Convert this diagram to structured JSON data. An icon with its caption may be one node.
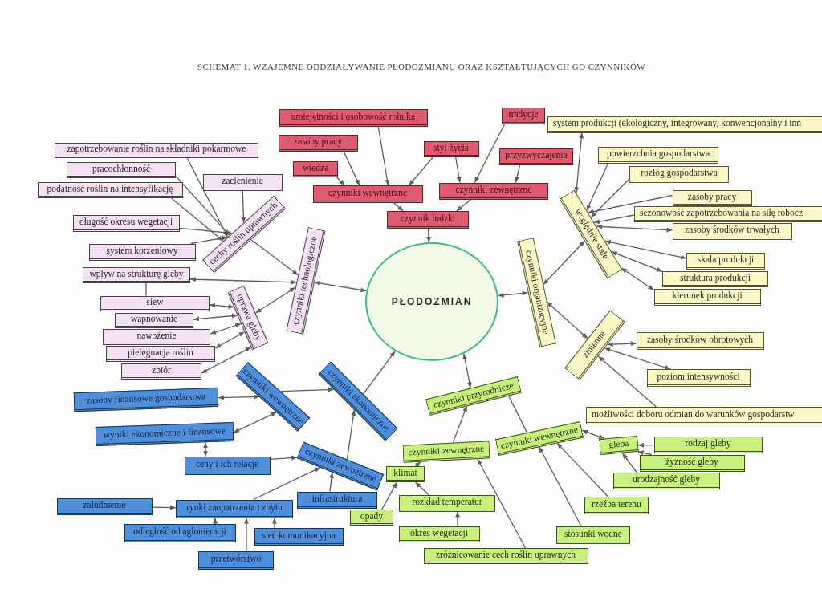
{
  "diagram": {
    "title": "SCHEMAT 1. WZAJEMNE ODDZIAŁYWANIE PŁODOZMIANU ORAZ KSZTAŁTUJĄCYCH GO CZYNNIKÓW",
    "nodes": [
      {
        "text": [
          "PŁODOZMIAN"
        ]
      },
      {
        "text": [
          "umiejętności i osobowość rolnika"
        ]
      },
      {
        "text": [
          "zasoby pracy"
        ]
      },
      {
        "text": [
          "wiedza"
        ]
      },
      {
        "text": [
          "czynniki wewnętrzne"
        ]
      },
      {
        "text": [
          "styl życia"
        ]
      },
      {
        "text": [
          "tradycje"
        ]
      },
      {
        "text": [
          "przyzwyczajenia"
        ]
      },
      {
        "text": [
          "czynniki zewnętrzne"
        ]
      },
      {
        "text": [
          "czynnik ludzki"
        ]
      },
      {
        "text": [
          "czynniki organizacyjne"
        ]
      },
      {
        "text": [
          "względnie stałe"
        ]
      },
      {
        "text": [
          "system produkcji (ekologiczny, integrowany, konwencjonalny i inn"
        ]
      },
      {
        "text": [
          "powierzchnia gospodarstwa"
        ]
      },
      {
        "text": [
          "rozłóg gospodarstwa"
        ]
      },
      {
        "text": [
          "zasoby pracy"
        ]
      },
      {
        "text": [
          "sezonowość zapotrzebowania na siłę robocz"
        ]
      },
      {
        "text": [
          "zasoby środków trwałych"
        ]
      },
      {
        "text": [
          "skala produkcji"
        ]
      },
      {
        "text": [
          "struktura produkcji"
        ]
      },
      {
        "text": [
          "kierunek produkcji"
        ]
      },
      {
        "text": [
          "zmienne"
        ]
      },
      {
        "text": [
          "zasoby środków obrotowych"
        ]
      },
      {
        "text": [
          "poziom intensywności"
        ]
      },
      {
        "text": [
          "możliwości doboru odmian do warunków gospodarstw"
        ]
      },
      {
        "text": [
          "czynniki przyrodnicze"
        ]
      },
      {
        "text": [
          "czynniki zewnętrzne"
        ]
      },
      {
        "text": [
          "czynniki wewnętrzne"
        ]
      },
      {
        "text": [
          "klimat"
        ]
      },
      {
        "text": [
          "opady"
        ]
      },
      {
        "text": [
          "rozkład temperatur"
        ]
      },
      {
        "text": [
          "okres wegetacji"
        ]
      },
      {
        "text": [
          "zróżnicowanie cech roślin uprawnych"
        ]
      },
      {
        "text": [
          "gleba"
        ]
      },
      {
        "text": [
          "rodzaj gleby"
        ]
      },
      {
        "text": [
          "żyzność gleby"
        ]
      },
      {
        "text": [
          "urodzajność gleby"
        ]
      },
      {
        "text": [
          "rzeźba terenu"
        ]
      },
      {
        "text": [
          "stosunki wodne"
        ]
      },
      {
        "text": [
          "czynniki ekonomiczne"
        ]
      },
      {
        "text": [
          "czynniki wewnętrzne"
        ]
      },
      {
        "text": [
          "czynniki zewnętrzne"
        ]
      },
      {
        "text": [
          "zasoby finansowe gospodarstwa"
        ]
      },
      {
        "text": [
          "wyniki ekonomiczne i finansowe"
        ]
      },
      {
        "text": [
          "ceny i ich relacje"
        ]
      },
      {
        "text": [
          "infrastruktura"
        ]
      },
      {
        "text": [
          "zaludnienie"
        ]
      },
      {
        "text": [
          "rynki zaopatrzenia i zbytu"
        ]
      },
      {
        "text": [
          "odległość od aglomeracji"
        ]
      },
      {
        "text": [
          "sieć komunikacyjna"
        ]
      },
      {
        "text": [
          "przetwórstwo"
        ]
      },
      {
        "text": [
          "czynniki technologiczne"
        ]
      },
      {
        "text": [
          "cechy roślin uprawnych"
        ]
      },
      {
        "text": [
          "uprawa gleby"
        ]
      },
      {
        "text": [
          "zapotrzebowanie roślin na składniki pokarmowe"
        ]
      },
      {
        "text": [
          "pracochłonność"
        ]
      },
      {
        "text": [
          "podatność roślin na intensyfikację"
        ]
      },
      {
        "text": [
          "zacienienie"
        ]
      },
      {
        "text": [
          "długość okresu wegetacji"
        ]
      },
      {
        "text": [
          "system korzeniowy"
        ]
      },
      {
        "text": [
          "wpływ na strukturę gleby"
        ]
      },
      {
        "text": [
          "siew"
        ]
      },
      {
        "text": [
          "wapnowanie"
        ]
      },
      {
        "text": [
          "nawożenie"
        ]
      },
      {
        "text": [
          "pielęgnacja roślin"
        ]
      },
      {
        "text": [
          "zbiór"
        ]
      }
    ],
    "edges": [
      {
        "from": 1,
        "to": 4,
        "arrow": "to"
      },
      {
        "from": 2,
        "to": 4,
        "arrow": "to"
      },
      {
        "from": 3,
        "to": 4,
        "arrow": "to"
      },
      {
        "from": 5,
        "to": 4,
        "arrow": "to"
      },
      {
        "from": 5,
        "to": 8,
        "arrow": "to"
      },
      {
        "from": 6,
        "to": 8,
        "arrow": "to"
      },
      {
        "from": 7,
        "to": 8,
        "arrow": "to"
      },
      {
        "from": 4,
        "to": 9,
        "arrow": "to"
      },
      {
        "from": 8,
        "to": 9,
        "arrow": "to"
      },
      {
        "from": 9,
        "to": 0,
        "arrow": "to"
      },
      {
        "from": 0,
        "to": 10,
        "arrow": "both"
      },
      {
        "from": 10,
        "to": 11,
        "arrow": "both"
      },
      {
        "from": 10,
        "to": 21,
        "arrow": "both"
      },
      {
        "from": 11,
        "to": 12,
        "arrow": "both"
      },
      {
        "from": 13,
        "to": 11,
        "arrow": "to"
      },
      {
        "from": 14,
        "to": 11,
        "arrow": "to"
      },
      {
        "from": 15,
        "to": 11,
        "arrow": "to"
      },
      {
        "from": 16,
        "to": 11,
        "arrow": "to"
      },
      {
        "from": 11,
        "to": 17,
        "arrow": "both"
      },
      {
        "from": 11,
        "to": 18,
        "arrow": "both"
      },
      {
        "from": 11,
        "to": 19,
        "arrow": "both"
      },
      {
        "from": 11,
        "to": 20,
        "arrow": "both"
      },
      {
        "from": 21,
        "to": 22,
        "arrow": "both"
      },
      {
        "from": 21,
        "to": 23,
        "arrow": "both"
      },
      {
        "from": 24,
        "to": 21,
        "arrow": "to"
      },
      {
        "from": 0,
        "to": 25,
        "arrow": "both"
      },
      {
        "from": 26,
        "to": 25,
        "arrow": "to"
      },
      {
        "from": 25,
        "to": 27,
        "arrow": "none"
      },
      {
        "from": 28,
        "to": 26,
        "arrow": "to"
      },
      {
        "from": 29,
        "to": 28,
        "arrow": "to"
      },
      {
        "from": 30,
        "to": 28,
        "arrow": "to"
      },
      {
        "from": 31,
        "to": 30,
        "arrow": "to"
      },
      {
        "from": 32,
        "to": 26,
        "arrow": "to"
      },
      {
        "from": 27,
        "to": 33,
        "arrow": "both"
      },
      {
        "from": 34,
        "to": 33,
        "arrow": "to"
      },
      {
        "from": 35,
        "to": 33,
        "arrow": "to"
      },
      {
        "from": 36,
        "to": 33,
        "arrow": "to"
      },
      {
        "from": 37,
        "to": 27,
        "arrow": "to"
      },
      {
        "from": 38,
        "to": 27,
        "arrow": "to"
      },
      {
        "from": 39,
        "to": 0,
        "arrow": "to"
      },
      {
        "from": 40,
        "to": 39,
        "arrow": "to"
      },
      {
        "from": 41,
        "to": 39,
        "arrow": "to"
      },
      {
        "from": 42,
        "to": 40,
        "arrow": "both"
      },
      {
        "from": 43,
        "to": 40,
        "arrow": "both"
      },
      {
        "from": 43,
        "to": 44,
        "arrow": "both"
      },
      {
        "from": 44,
        "to": 41,
        "arrow": "to"
      },
      {
        "from": 45,
        "to": 41,
        "arrow": "to"
      },
      {
        "from": 46,
        "to": 47,
        "arrow": "to"
      },
      {
        "from": 47,
        "to": 41,
        "arrow": "to"
      },
      {
        "from": 48,
        "to": 47,
        "arrow": "to"
      },
      {
        "from": 49,
        "to": 47,
        "arrow": "to"
      },
      {
        "from": 50,
        "to": 47,
        "arrow": "to"
      },
      {
        "from": 51,
        "to": 0,
        "arrow": "both"
      },
      {
        "from": 52,
        "to": 51,
        "arrow": "to"
      },
      {
        "from": 51,
        "to": 53,
        "arrow": "both"
      },
      {
        "from": 60,
        "to": 51,
        "arrow": "both"
      },
      {
        "from": 54,
        "to": 52,
        "arrow": "to"
      },
      {
        "from": 55,
        "to": 52,
        "arrow": "to"
      },
      {
        "from": 56,
        "to": 52,
        "arrow": "to"
      },
      {
        "from": 57,
        "to": 52,
        "arrow": "to"
      },
      {
        "from": 58,
        "to": 52,
        "arrow": "to"
      },
      {
        "from": 59,
        "to": 52,
        "arrow": "to"
      },
      {
        "from": 61,
        "to": 53,
        "arrow": "both"
      },
      {
        "from": 62,
        "to": 53,
        "arrow": "both"
      },
      {
        "from": 63,
        "to": 53,
        "arrow": "both"
      },
      {
        "from": 64,
        "to": 53,
        "arrow": "both"
      },
      {
        "from": 65,
        "to": 53,
        "arrow": "both"
      },
      {
        "from": 60,
        "to": 61,
        "arrow": "none"
      }
    ]
  }
}
